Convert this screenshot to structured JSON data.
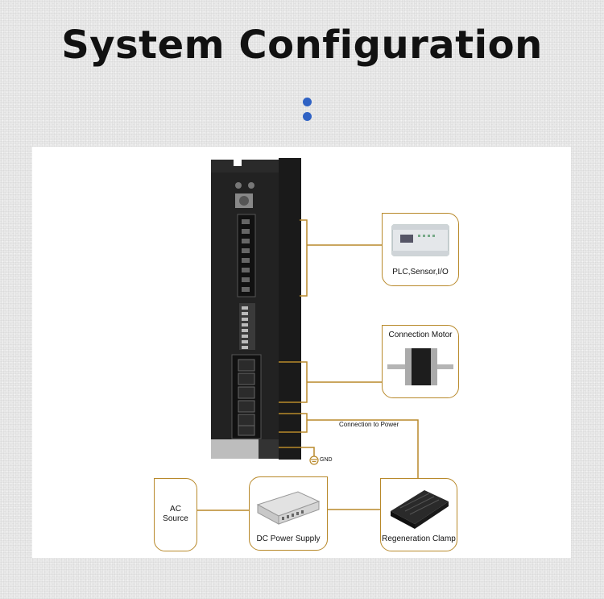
{
  "title": "System Configuration",
  "accent_color": "#b8892a",
  "dot_color": "#2f62c4",
  "labels": {
    "plc": "PLC,Sensor,I/O",
    "motor": "Connection Motor",
    "conn_power": "Connection to Power",
    "gnd": "GND",
    "ac_line1": "AC",
    "ac_line2": "Source",
    "dc_power": "DC Power Supply",
    "regen": "Regeneration Clamp"
  }
}
